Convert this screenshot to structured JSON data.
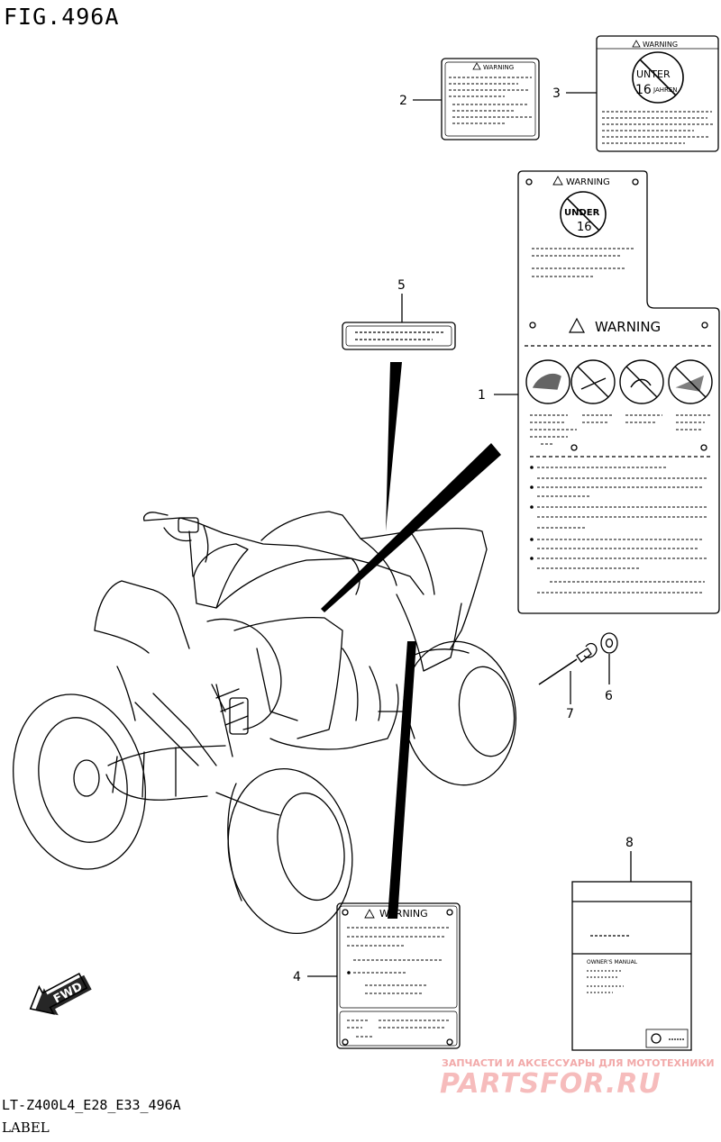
{
  "figure": {
    "title": "FIG.496A",
    "code": "LT-Z400L4_E28_E33_496A",
    "section": "LABEL"
  },
  "callouts": [
    {
      "number": "1",
      "part": "warning-label-large"
    },
    {
      "number": "2",
      "part": "warning-label-small"
    },
    {
      "number": "3",
      "part": "warning-label-age"
    },
    {
      "number": "4",
      "part": "warning-label-fender"
    },
    {
      "number": "5",
      "part": "small-label"
    },
    {
      "number": "6",
      "part": "washer"
    },
    {
      "number": "7",
      "part": "rivet"
    },
    {
      "number": "8",
      "part": "owners-manual"
    }
  ],
  "labels": {
    "warning_word": "WARNING",
    "age_under": "UNTER",
    "age_16": "16",
    "age_jahren": "JAHREN",
    "age_under_short": "UNDER",
    "manual_title": "OWNER'S MANUAL",
    "fwd": "FWD"
  },
  "watermark": {
    "tagline": "ЗАПЧАСТИ И АКСЕССУАРЫ ДЛЯ МОТОТЕХНИКИ",
    "brand": "PARTSFOR.RU"
  }
}
